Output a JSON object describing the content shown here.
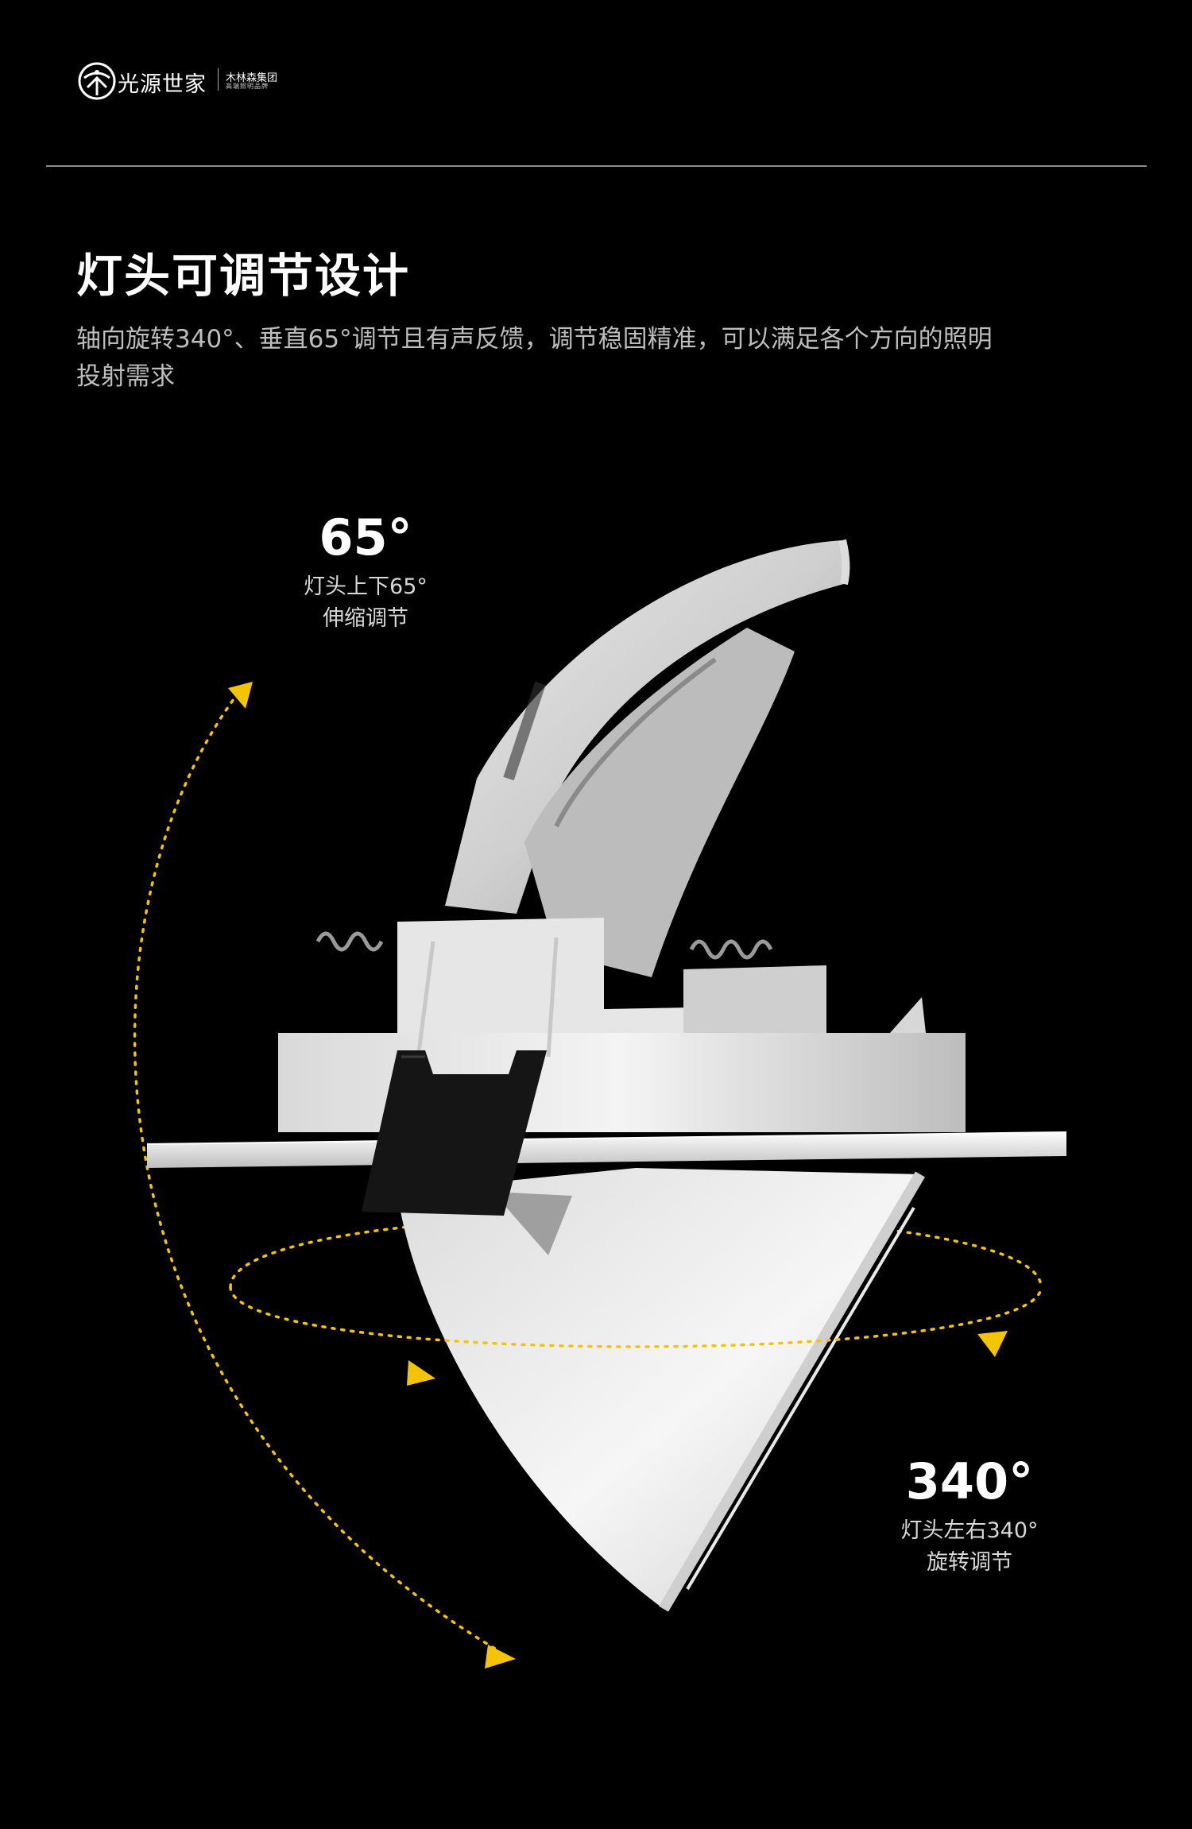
{
  "brand": {
    "name": "光源世家",
    "group": "木林森集团",
    "group_sub": "高端照明品牌"
  },
  "heading": {
    "title": "灯头可调节设计",
    "description": "轴向旋转340°、垂直65°调节且有声反馈，调节稳固精准，可以满足各个方向的照明投射需求"
  },
  "vertical": {
    "degree": "65°",
    "caption_line1": "灯头上下65°",
    "caption_line2": "伸缩调节"
  },
  "horizontal": {
    "degree": "340°",
    "caption_line1": "灯头左右340°",
    "caption_line2": "旋转调节"
  },
  "colors": {
    "background": "#000000",
    "accent_arrow": "#f5c400",
    "fixture_white": "#f2f2f2",
    "clip_black": "#151515"
  }
}
